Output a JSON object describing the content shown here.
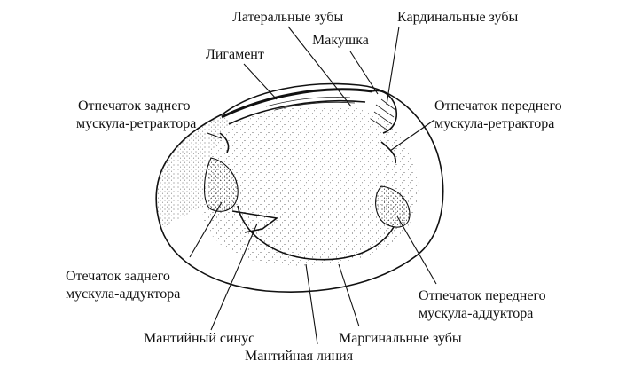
{
  "labels": {
    "lateral_teeth": "Латеральные зубы",
    "cardinal_teeth": "Кардинальные зубы",
    "umbo": "Макушка",
    "ligament": "Лигамент",
    "posterior_retractor_line1": "Отпечаток заднего",
    "posterior_retractor_line2": "мускула-ретрактора",
    "anterior_retractor_line1": "Отпечаток переднего",
    "anterior_retractor_line2": "мускула-ретрактора",
    "posterior_adductor_line1": "Отечаток заднего",
    "posterior_adductor_line2": "мускула-аддуктора",
    "anterior_adductor_line1": "Отпечаток переднего",
    "anterior_adductor_line2": "мускула-аддуктора",
    "pallial_sinus": "Мантийный синус",
    "marginal_teeth": "Маргинальные зубы",
    "pallial_line": "Мантийная линия"
  },
  "colors": {
    "ink": "#111111",
    "background": "#ffffff"
  }
}
